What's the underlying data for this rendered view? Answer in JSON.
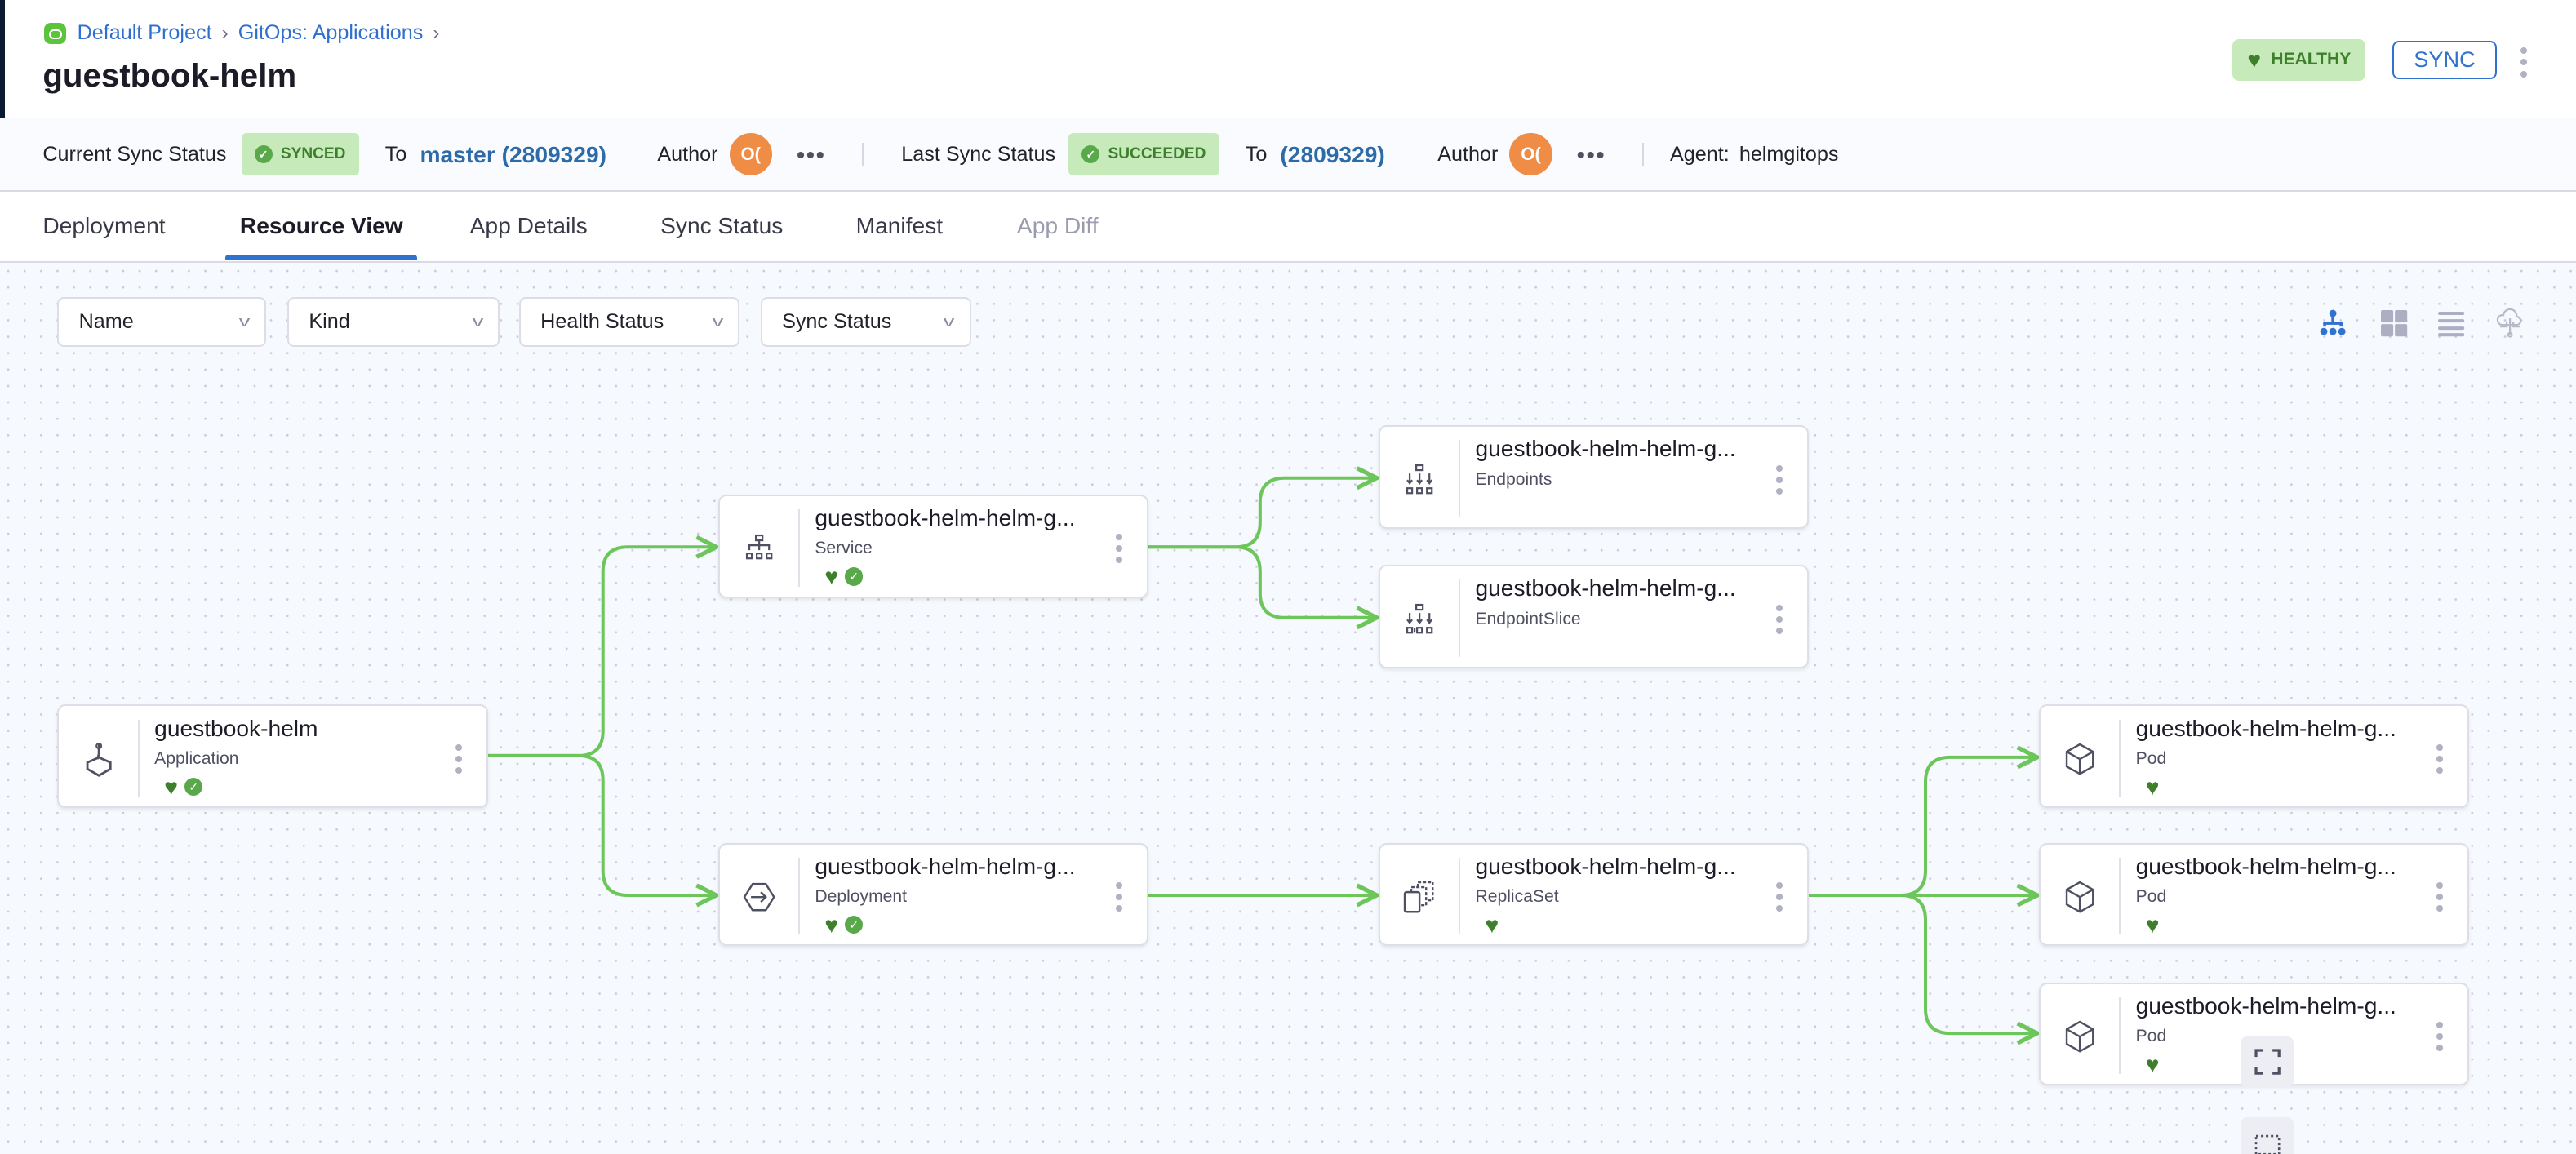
{
  "breadcrumb": [
    "Default Project",
    "GitOps: Applications"
  ],
  "title": "guestbook-helm",
  "health_badge": "HEALTHY",
  "sync_button": "SYNC",
  "status_bar": {
    "current_label": "Current Sync Status",
    "current_status": "SYNCED",
    "current_to_label": "To",
    "current_target": "master (2809329)",
    "current_author_label": "Author",
    "current_author_initials": "O(",
    "last_label": "Last Sync Status",
    "last_status": "SUCCEEDED",
    "last_to_label": "To",
    "last_target": "(2809329)",
    "last_author_label": "Author",
    "last_author_initials": "O(",
    "agent_label": "Agent:",
    "agent_value": "helmgitops"
  },
  "tabs": [
    {
      "label": "Deployment"
    },
    {
      "label": "Resource View",
      "active": true
    },
    {
      "label": "App Details"
    },
    {
      "label": "Sync Status"
    },
    {
      "label": "Manifest"
    },
    {
      "label": "App Diff",
      "disabled": true
    }
  ],
  "filters": [
    "Name",
    "Kind",
    "Health Status",
    "Sync Status"
  ],
  "view_icons": [
    "tree-view-icon",
    "grid-view-icon",
    "list-view-icon",
    "cloud-network-icon"
  ],
  "colors": {
    "accent": "#2f72cf",
    "healthy": "#3d7f2b",
    "healthy_bg": "#c7eabb",
    "edge": "#6cc65a",
    "avatar": "#ef8c45"
  },
  "nodes": [
    {
      "name": "guestbook-helm",
      "kind": "Application",
      "health": "healthy",
      "synced": true
    },
    {
      "name": "guestbook-helm-helm-g...",
      "kind": "Service",
      "health": "healthy",
      "synced": true
    },
    {
      "name": "guestbook-helm-helm-g...",
      "kind": "Deployment",
      "health": "healthy",
      "synced": true
    },
    {
      "name": "guestbook-helm-helm-g...",
      "kind": "Endpoints"
    },
    {
      "name": "guestbook-helm-helm-g...",
      "kind": "EndpointSlice"
    },
    {
      "name": "guestbook-helm-helm-g...",
      "kind": "ReplicaSet",
      "health": "healthy"
    },
    {
      "name": "guestbook-helm-helm-g...",
      "kind": "Pod",
      "health": "healthy"
    },
    {
      "name": "guestbook-helm-helm-g...",
      "kind": "Pod",
      "health": "healthy"
    },
    {
      "name": "guestbook-helm-helm-g...",
      "kind": "Pod",
      "health": "healthy"
    }
  ]
}
